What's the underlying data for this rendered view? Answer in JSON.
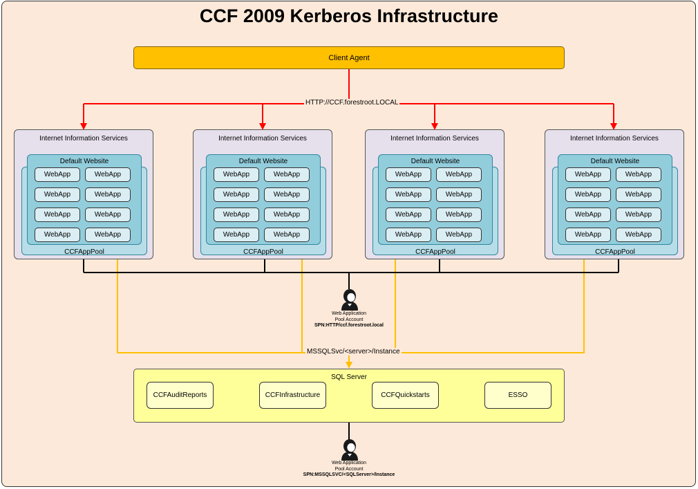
{
  "title": "CCF 2009 Kerberos Infrastructure",
  "client_agent": "Client Agent",
  "http_label": "HTTP://CCF.forestroot.LOCAL",
  "iis_servers": [
    {
      "title": "Internet Information Services",
      "site": "Default Website",
      "pool": "CCFAppPool",
      "apps": [
        "WebApp",
        "WebApp",
        "WebApp",
        "WebApp",
        "WebApp",
        "WebApp",
        "WebApp",
        "WebApp"
      ]
    },
    {
      "title": "Internet Information Services",
      "site": "Default Website",
      "pool": "CCFAppPool",
      "apps": [
        "WebApp",
        "WebApp",
        "WebApp",
        "WebApp",
        "WebApp",
        "WebApp",
        "WebApp",
        "WebApp"
      ]
    },
    {
      "title": "Internet Information Services",
      "site": "Default Website",
      "pool": "CCFAppPool",
      "apps": [
        "WebApp",
        "WebApp",
        "WebApp",
        "WebApp",
        "WebApp",
        "WebApp",
        "WebApp",
        "WebApp"
      ]
    },
    {
      "title": "Internet Information Services",
      "site": "Default Website",
      "pool": "CCFAppPool",
      "apps": [
        "WebApp",
        "WebApp",
        "WebApp",
        "WebApp",
        "WebApp",
        "WebApp",
        "WebApp",
        "WebApp"
      ]
    }
  ],
  "web_account": {
    "line1": "Web Application",
    "line2": "Pool Account",
    "spn": "SPN:HTTP/ccf.forestroot.local"
  },
  "mssql_label": "MSSQLSvc/<server>/Instance",
  "sql_server": {
    "title": "SQL Server",
    "databases": [
      "CCFAuditReports",
      "CCFInfrastructure",
      "CCFQuickstarts",
      "ESSO"
    ]
  },
  "sql_account": {
    "line1": "Web Application",
    "line2": "Pool Account",
    "spn": "SPN:MSSQLSVC/<SQLServer>/Instance"
  },
  "colors": {
    "background": "#fde9d9",
    "client_agent": "#ffc000",
    "http_arrows": "#ff0000",
    "sql_lines": "#ffc000",
    "iis_box": "#e6e0ec",
    "app_pool": "#b7dee8",
    "website": "#92cddc",
    "webapp": "#daeef3",
    "sql_box": "#ffff99"
  },
  "icons": [
    "user-icon"
  ]
}
